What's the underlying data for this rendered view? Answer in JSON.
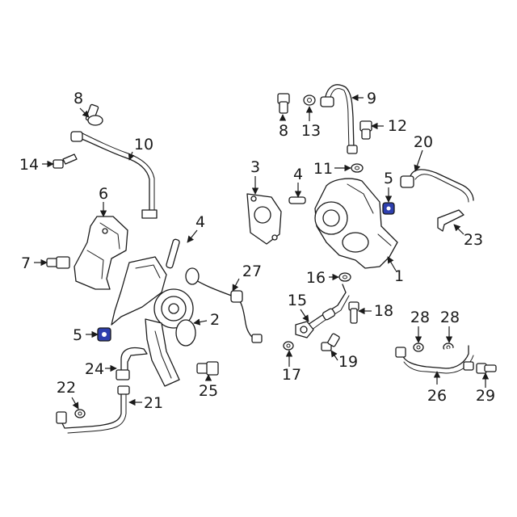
{
  "colors": {
    "line": "#1a1a1a",
    "background": "#ffffff",
    "highlight": "#2e3fae"
  },
  "callouts": {
    "c1": "1",
    "c2": "2",
    "c3": "3",
    "c4a": "4",
    "c4b": "4",
    "c5a": "5",
    "c5b": "5",
    "c6": "6",
    "c7": "7",
    "c8a": "8",
    "c8b": "8",
    "c9": "9",
    "c10": "10",
    "c11": "11",
    "c12": "12",
    "c13": "13",
    "c14": "14",
    "c15": "15",
    "c16": "16",
    "c17": "17",
    "c18": "18",
    "c19": "19",
    "c20": "20",
    "c21": "21",
    "c22": "22",
    "c23": "23",
    "c24": "24",
    "c25": "25",
    "c26": "26",
    "c27": "27",
    "c28a": "28",
    "c28b": "28",
    "c29": "29"
  }
}
